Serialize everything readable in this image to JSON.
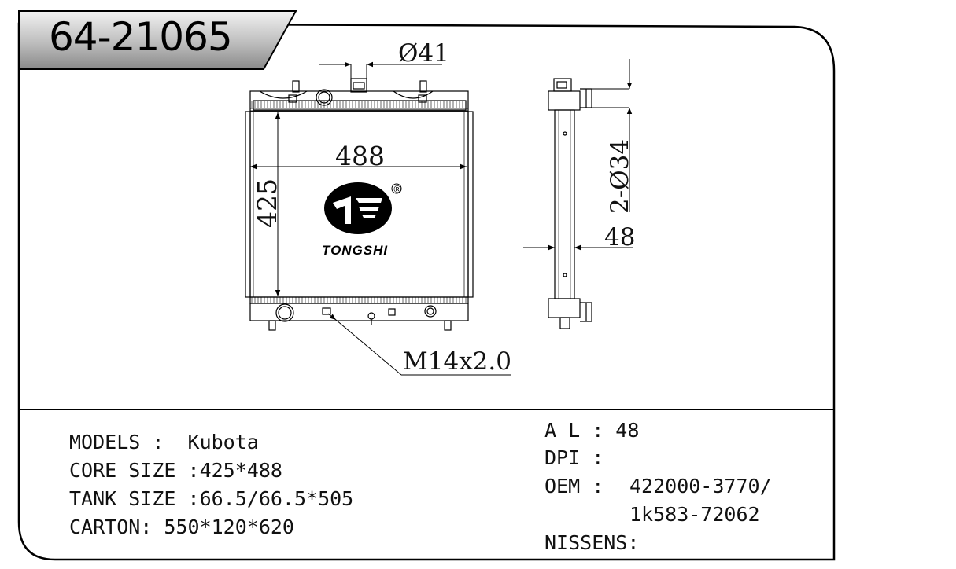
{
  "header": {
    "part_number": "64-21065"
  },
  "brand": {
    "name": "TONGSHI",
    "registered": "®"
  },
  "dimensions": {
    "inlet_diameter": "Ø41",
    "core_width": "488",
    "core_height": "425",
    "pipe_diameters": "2-Ø34",
    "core_thickness": "48",
    "drain_thread": "M14x2.0"
  },
  "specs": {
    "models": "MODELS :  Kubota",
    "core_size": "CORE SIZE :425*488",
    "tank_size": "TANK SIZE :66.5/66.5*505",
    "carton": "CARTON: 550*120*620",
    "al": "A L : 48",
    "dpi": "DPI :",
    "oem_label": "OEM :",
    "oem_value_1": "422000-3770/",
    "oem_value_2": "1k583-72062",
    "nissens": "NISSENS:"
  }
}
